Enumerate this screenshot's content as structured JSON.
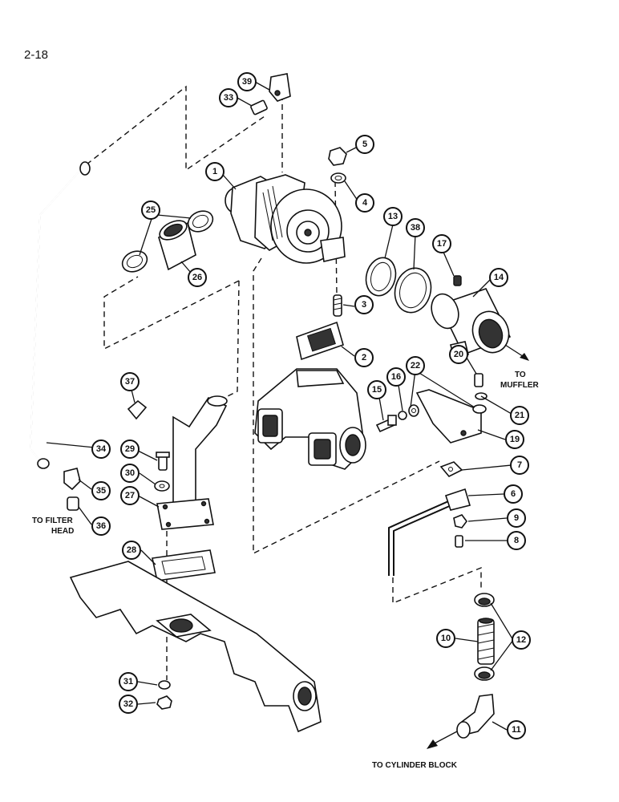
{
  "page_number": "2-18",
  "callouts": [
    {
      "id": "c1",
      "label": "1"
    },
    {
      "id": "c2",
      "label": "2"
    },
    {
      "id": "c3",
      "label": "3"
    },
    {
      "id": "c4",
      "label": "4"
    },
    {
      "id": "c5",
      "label": "5"
    },
    {
      "id": "c6",
      "label": "6"
    },
    {
      "id": "c7",
      "label": "7"
    },
    {
      "id": "c8",
      "label": "8"
    },
    {
      "id": "c9",
      "label": "9"
    },
    {
      "id": "c10",
      "label": "10"
    },
    {
      "id": "c11",
      "label": "11"
    },
    {
      "id": "c12",
      "label": "12"
    },
    {
      "id": "c13",
      "label": "13"
    },
    {
      "id": "c14",
      "label": "14"
    },
    {
      "id": "c15",
      "label": "15"
    },
    {
      "id": "c16",
      "label": "16"
    },
    {
      "id": "c17",
      "label": "17"
    },
    {
      "id": "c19",
      "label": "19"
    },
    {
      "id": "c20",
      "label": "20"
    },
    {
      "id": "c21",
      "label": "21"
    },
    {
      "id": "c22",
      "label": "22"
    },
    {
      "id": "c25",
      "label": "25"
    },
    {
      "id": "c26",
      "label": "26"
    },
    {
      "id": "c27",
      "label": "27"
    },
    {
      "id": "c28",
      "label": "28"
    },
    {
      "id": "c29",
      "label": "29"
    },
    {
      "id": "c30",
      "label": "30"
    },
    {
      "id": "c31",
      "label": "31"
    },
    {
      "id": "c32",
      "label": "32"
    },
    {
      "id": "c33",
      "label": "33"
    },
    {
      "id": "c34",
      "label": "34"
    },
    {
      "id": "c35",
      "label": "35"
    },
    {
      "id": "c36",
      "label": "36"
    },
    {
      "id": "c37",
      "label": "37"
    },
    {
      "id": "c38",
      "label": "38"
    },
    {
      "id": "c39",
      "label": "39"
    }
  ],
  "notes": {
    "to_muffler_line1": "TO",
    "to_muffler_line2": "MUFFLER",
    "to_filter_head_line1": "TO FILTER",
    "to_filter_head_line2": "HEAD",
    "to_cylinder_block": "TO CYLINDER BLOCK"
  }
}
